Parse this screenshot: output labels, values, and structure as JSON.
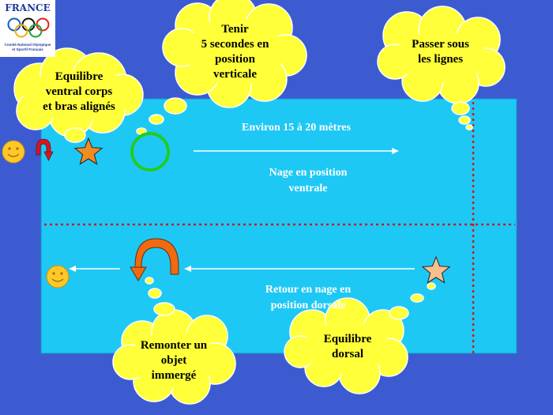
{
  "logo": {
    "title": "FRANCE",
    "subtitle_line1": "Comité National Olympique",
    "subtitle_line2": "et Sportif Français"
  },
  "clouds": {
    "equilibre_ventral": [
      "Equilibre",
      "ventral corps",
      "et bras alignés"
    ],
    "tenir": [
      "Tenir",
      "5 secondes en",
      "position",
      "verticale"
    ],
    "passer": [
      "Passer sous",
      "les lignes"
    ],
    "remonter": [
      "Remonter un",
      "objet",
      "immergé"
    ],
    "equilibre_dorsal": [
      "Equilibre",
      "dorsal"
    ]
  },
  "pool": {
    "distance": "Environ 15 à 20 mètres",
    "nage_ventrale": [
      "Nage en position",
      "ventrale"
    ],
    "retour": [
      "Retour en nage en",
      "position dorsale"
    ]
  },
  "colors": {
    "background": "#3d5bd0",
    "pool": "#1ec8f5",
    "cloud": "#ffff3a",
    "dotted_line": "#cc1a1a",
    "ring": "#22cc22",
    "star_orange": "#f08c22",
    "star_peach": "#f9c08c",
    "smiley": "#ffc826",
    "arrow_red": "#e01020",
    "arrow_orange": "#f06a10"
  }
}
